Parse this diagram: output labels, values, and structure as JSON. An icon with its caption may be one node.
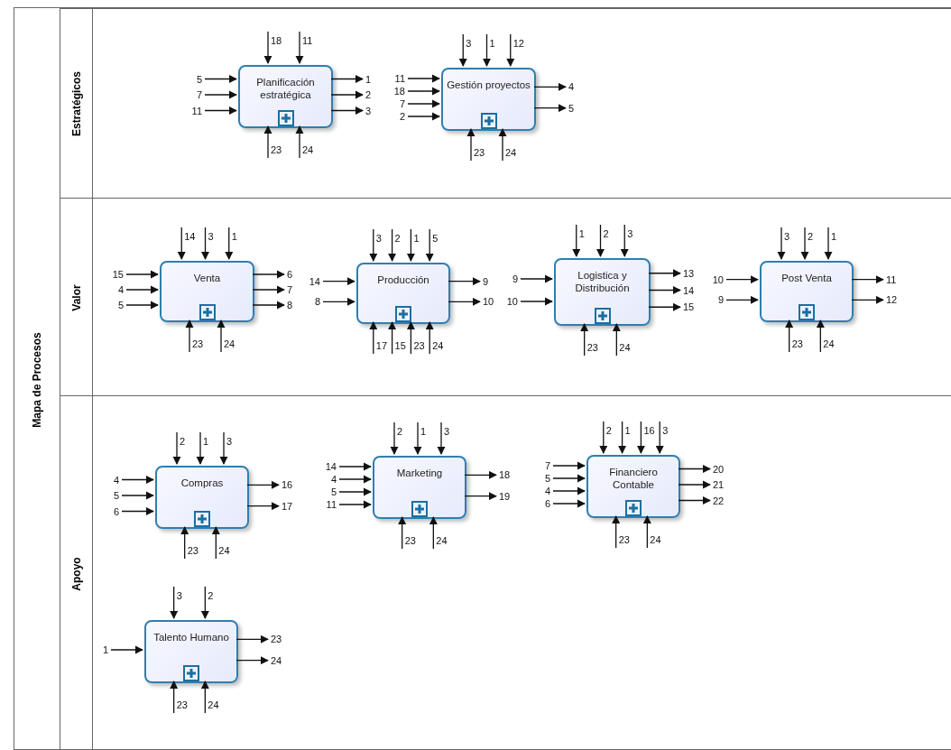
{
  "diagram": {
    "nodes": [
      {
        "text": [
          "Mapa de Procesos"
        ]
      },
      {
        "text": [
          "Estratégicos"
        ],
        "in": 0
      },
      {
        "text": [
          "Planificación estratégica"
        ],
        "in": 1
      },
      {
        "text": [
          "Gestión proyectos"
        ],
        "in": 1
      },
      {
        "text": [
          "Valor"
        ],
        "in": 0
      },
      {
        "text": [
          "Venta"
        ],
        "in": 4
      },
      {
        "text": [
          "Producción"
        ],
        "in": 4
      },
      {
        "text": [
          "Logistica y Distribución"
        ],
        "in": 4
      },
      {
        "text": [
          "Post Venta"
        ],
        "in": 4
      },
      {
        "text": [
          "Apoyo"
        ],
        "in": 0
      },
      {
        "text": [
          "Compras"
        ],
        "in": 9
      },
      {
        "text": [
          "Marketing"
        ],
        "in": 9
      },
      {
        "text": [
          "Financiero Contable"
        ],
        "in": 9
      },
      {
        "text": [
          "Talento Humano"
        ],
        "in": 9
      }
    ],
    "edges": [
      {
        "from": null,
        "to": 2,
        "arrow": "to",
        "label": "5"
      },
      {
        "from": null,
        "to": 2,
        "arrow": "to",
        "label": "7"
      },
      {
        "from": null,
        "to": 2,
        "arrow": "to",
        "label": "11"
      },
      {
        "from": null,
        "to": 2,
        "arrow": "to",
        "label": "18"
      },
      {
        "from": null,
        "to": 2,
        "arrow": "to",
        "label": "11"
      },
      {
        "from": null,
        "to": 2,
        "arrow": "to",
        "label": "23"
      },
      {
        "from": null,
        "to": 2,
        "arrow": "to",
        "label": "24"
      },
      {
        "from": 2,
        "to": null,
        "arrow": "to",
        "label": "1"
      },
      {
        "from": 2,
        "to": null,
        "arrow": "to",
        "label": "2"
      },
      {
        "from": 2,
        "to": null,
        "arrow": "to",
        "label": "3"
      },
      {
        "from": null,
        "to": 3,
        "arrow": "to",
        "label": "11"
      },
      {
        "from": null,
        "to": 3,
        "arrow": "to",
        "label": "18"
      },
      {
        "from": null,
        "to": 3,
        "arrow": "to",
        "label": "7"
      },
      {
        "from": null,
        "to": 3,
        "arrow": "to",
        "label": "2"
      },
      {
        "from": null,
        "to": 3,
        "arrow": "to",
        "label": "3"
      },
      {
        "from": null,
        "to": 3,
        "arrow": "to",
        "label": "1"
      },
      {
        "from": null,
        "to": 3,
        "arrow": "to",
        "label": "12"
      },
      {
        "from": null,
        "to": 3,
        "arrow": "to",
        "label": "23"
      },
      {
        "from": null,
        "to": 3,
        "arrow": "to",
        "label": "24"
      },
      {
        "from": 3,
        "to": null,
        "arrow": "to",
        "label": "4"
      },
      {
        "from": 3,
        "to": null,
        "arrow": "to",
        "label": "5"
      },
      {
        "from": null,
        "to": 5,
        "arrow": "to",
        "label": "15"
      },
      {
        "from": null,
        "to": 5,
        "arrow": "to",
        "label": "4"
      },
      {
        "from": null,
        "to": 5,
        "arrow": "to",
        "label": "5"
      },
      {
        "from": null,
        "to": 5,
        "arrow": "to",
        "label": "14"
      },
      {
        "from": null,
        "to": 5,
        "arrow": "to",
        "label": "3"
      },
      {
        "from": null,
        "to": 5,
        "arrow": "to",
        "label": "1"
      },
      {
        "from": null,
        "to": 5,
        "arrow": "to",
        "label": "23"
      },
      {
        "from": null,
        "to": 5,
        "arrow": "to",
        "label": "24"
      },
      {
        "from": 5,
        "to": null,
        "arrow": "to",
        "label": "6"
      },
      {
        "from": 5,
        "to": null,
        "arrow": "to",
        "label": "7"
      },
      {
        "from": 5,
        "to": null,
        "arrow": "to",
        "label": "8"
      },
      {
        "from": null,
        "to": 6,
        "arrow": "to",
        "label": "14"
      },
      {
        "from": null,
        "to": 6,
        "arrow": "to",
        "label": "8"
      },
      {
        "from": null,
        "to": 6,
        "arrow": "to",
        "label": "3"
      },
      {
        "from": null,
        "to": 6,
        "arrow": "to",
        "label": "2"
      },
      {
        "from": null,
        "to": 6,
        "arrow": "to",
        "label": "1"
      },
      {
        "from": null,
        "to": 6,
        "arrow": "to",
        "label": "5"
      },
      {
        "from": null,
        "to": 6,
        "arrow": "to",
        "label": "17"
      },
      {
        "from": null,
        "to": 6,
        "arrow": "to",
        "label": "15"
      },
      {
        "from": null,
        "to": 6,
        "arrow": "to",
        "label": "23"
      },
      {
        "from": null,
        "to": 6,
        "arrow": "to",
        "label": "24"
      },
      {
        "from": 6,
        "to": null,
        "arrow": "to",
        "label": "9"
      },
      {
        "from": 6,
        "to": null,
        "arrow": "to",
        "label": "10"
      },
      {
        "from": null,
        "to": 7,
        "arrow": "to",
        "label": "9"
      },
      {
        "from": null,
        "to": 7,
        "arrow": "to",
        "label": "10"
      },
      {
        "from": null,
        "to": 7,
        "arrow": "to",
        "label": "1"
      },
      {
        "from": null,
        "to": 7,
        "arrow": "to",
        "label": "2"
      },
      {
        "from": null,
        "to": 7,
        "arrow": "to",
        "label": "3"
      },
      {
        "from": null,
        "to": 7,
        "arrow": "to",
        "label": "23"
      },
      {
        "from": null,
        "to": 7,
        "arrow": "to",
        "label": "24"
      },
      {
        "from": 7,
        "to": null,
        "arrow": "to",
        "label": "13"
      },
      {
        "from": 7,
        "to": null,
        "arrow": "to",
        "label": "14"
      },
      {
        "from": 7,
        "to": null,
        "arrow": "to",
        "label": "15"
      },
      {
        "from": null,
        "to": 8,
        "arrow": "to",
        "label": "10"
      },
      {
        "from": null,
        "to": 8,
        "arrow": "to",
        "label": "9"
      },
      {
        "from": null,
        "to": 8,
        "arrow": "to",
        "label": "3"
      },
      {
        "from": null,
        "to": 8,
        "arrow": "to",
        "label": "2"
      },
      {
        "from": null,
        "to": 8,
        "arrow": "to",
        "label": "1"
      },
      {
        "from": null,
        "to": 8,
        "arrow": "to",
        "label": "23"
      },
      {
        "from": null,
        "to": 8,
        "arrow": "to",
        "label": "24"
      },
      {
        "from": 8,
        "to": null,
        "arrow": "to",
        "label": "11"
      },
      {
        "from": 8,
        "to": null,
        "arrow": "to",
        "label": "12"
      },
      {
        "from": null,
        "to": 10,
        "arrow": "to",
        "label": "4"
      },
      {
        "from": null,
        "to": 10,
        "arrow": "to",
        "label": "5"
      },
      {
        "from": null,
        "to": 10,
        "arrow": "to",
        "label": "6"
      },
      {
        "from": null,
        "to": 10,
        "arrow": "to",
        "label": "2"
      },
      {
        "from": null,
        "to": 10,
        "arrow": "to",
        "label": "1"
      },
      {
        "from": null,
        "to": 10,
        "arrow": "to",
        "label": "3"
      },
      {
        "from": null,
        "to": 10,
        "arrow": "to",
        "label": "23"
      },
      {
        "from": null,
        "to": 10,
        "arrow": "to",
        "label": "24"
      },
      {
        "from": 10,
        "to": null,
        "arrow": "to",
        "label": "16"
      },
      {
        "from": 10,
        "to": null,
        "arrow": "to",
        "label": "17"
      },
      {
        "from": null,
        "to": 11,
        "arrow": "to",
        "label": "14"
      },
      {
        "from": null,
        "to": 11,
        "arrow": "to",
        "label": "4"
      },
      {
        "from": null,
        "to": 11,
        "arrow": "to",
        "label": "5"
      },
      {
        "from": null,
        "to": 11,
        "arrow": "to",
        "label": "11"
      },
      {
        "from": null,
        "to": 11,
        "arrow": "to",
        "label": "2"
      },
      {
        "from": null,
        "to": 11,
        "arrow": "to",
        "label": "1"
      },
      {
        "from": null,
        "to": 11,
        "arrow": "to",
        "label": "3"
      },
      {
        "from": null,
        "to": 11,
        "arrow": "to",
        "label": "23"
      },
      {
        "from": null,
        "to": 11,
        "arrow": "to",
        "label": "24"
      },
      {
        "from": 11,
        "to": null,
        "arrow": "to",
        "label": "18"
      },
      {
        "from": 11,
        "to": null,
        "arrow": "to",
        "label": "19"
      },
      {
        "from": null,
        "to": 12,
        "arrow": "to",
        "label": "7"
      },
      {
        "from": null,
        "to": 12,
        "arrow": "to",
        "label": "5"
      },
      {
        "from": null,
        "to": 12,
        "arrow": "to",
        "label": "4"
      },
      {
        "from": null,
        "to": 12,
        "arrow": "to",
        "label": "6"
      },
      {
        "from": null,
        "to": 12,
        "arrow": "to",
        "label": "2"
      },
      {
        "from": null,
        "to": 12,
        "arrow": "to",
        "label": "1"
      },
      {
        "from": null,
        "to": 12,
        "arrow": "to",
        "label": "16"
      },
      {
        "from": null,
        "to": 12,
        "arrow": "to",
        "label": "3"
      },
      {
        "from": null,
        "to": 12,
        "arrow": "to",
        "label": "23"
      },
      {
        "from": null,
        "to": 12,
        "arrow": "to",
        "label": "24"
      },
      {
        "from": 12,
        "to": null,
        "arrow": "to",
        "label": "20"
      },
      {
        "from": 12,
        "to": null,
        "arrow": "to",
        "label": "21"
      },
      {
        "from": 12,
        "to": null,
        "arrow": "to",
        "label": "22"
      },
      {
        "from": null,
        "to": 13,
        "arrow": "to",
        "label": "1"
      },
      {
        "from": null,
        "to": 13,
        "arrow": "to",
        "label": "3"
      },
      {
        "from": null,
        "to": 13,
        "arrow": "to",
        "label": "2"
      },
      {
        "from": null,
        "to": 13,
        "arrow": "to",
        "label": "23"
      },
      {
        "from": null,
        "to": 13,
        "arrow": "to",
        "label": "24"
      },
      {
        "from": 13,
        "to": null,
        "arrow": "to",
        "label": "23"
      },
      {
        "from": 13,
        "to": null,
        "arrow": "to",
        "label": "24"
      }
    ]
  }
}
